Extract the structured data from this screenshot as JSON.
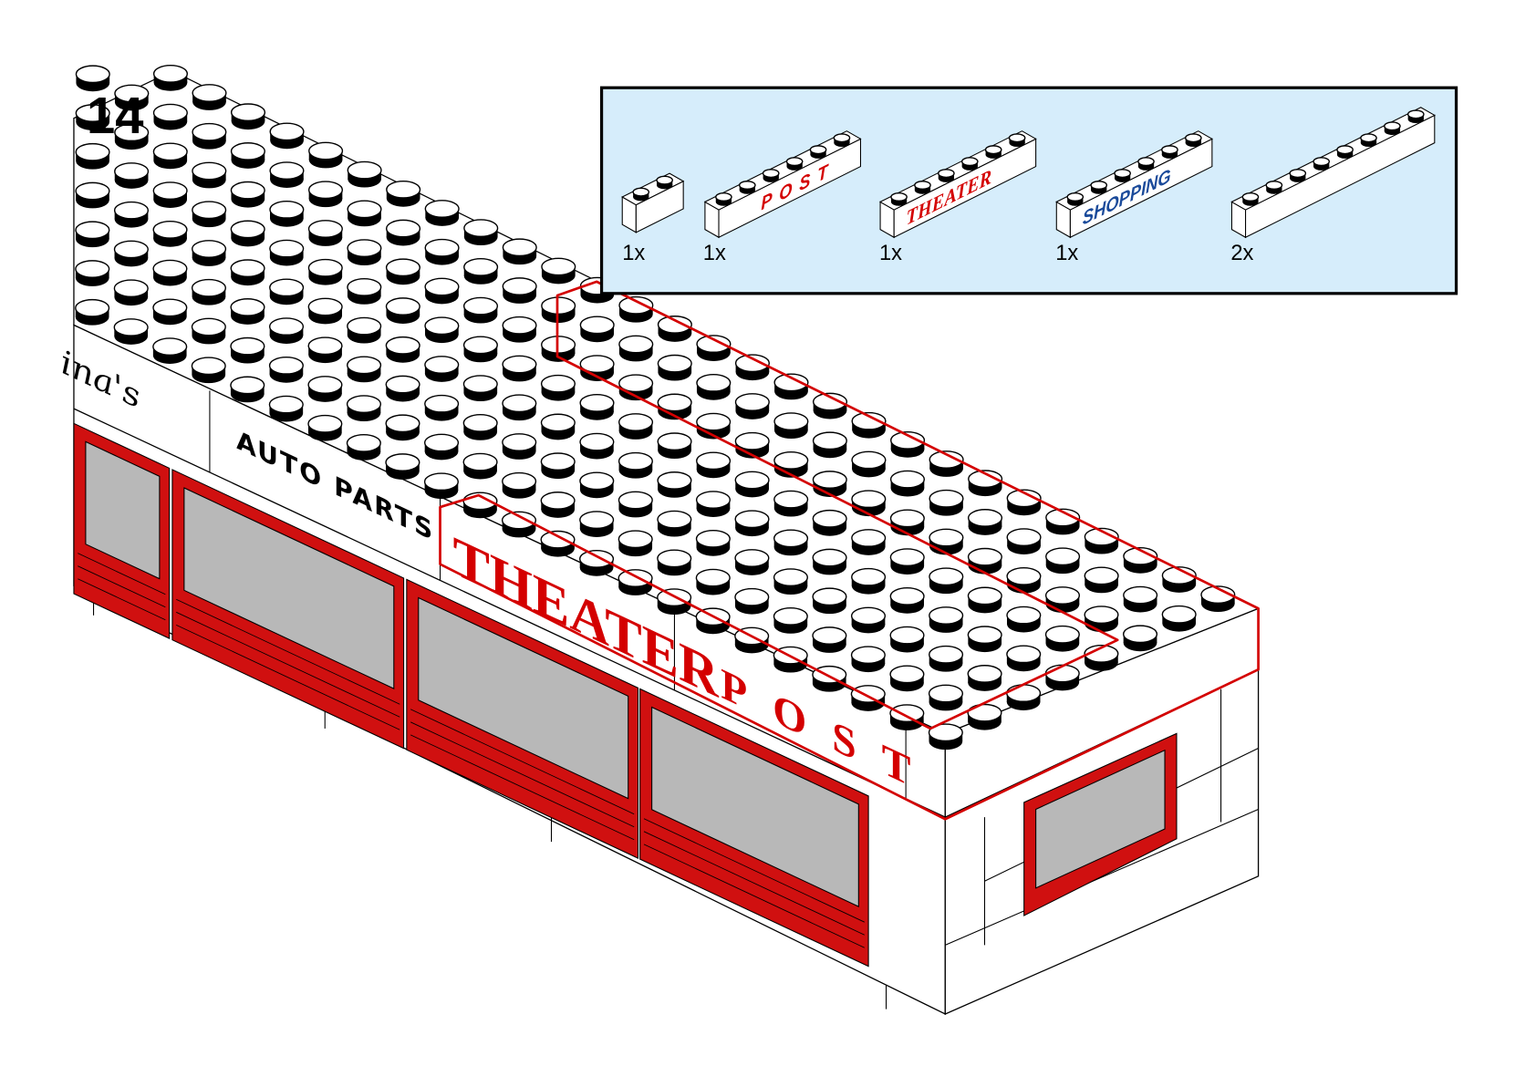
{
  "step_number": "14",
  "colors": {
    "parts_bg": "#d6edfb",
    "red": "#d40000",
    "window_red": "#d01010",
    "glass": "#b8b8b8",
    "blue": "#1a4a9a"
  },
  "parts": [
    {
      "name": "brick-1x2",
      "qty": "1x",
      "print": ""
    },
    {
      "name": "brick-1x6-post",
      "qty": "1x",
      "print": "POST"
    },
    {
      "name": "brick-1x6-theater",
      "qty": "1x",
      "print": "THEATER"
    },
    {
      "name": "brick-1x6-shopping",
      "qty": "1x",
      "print": "SHOPPING"
    },
    {
      "name": "brick-1x8",
      "qty": "2x",
      "print": ""
    }
  ],
  "model_signs": {
    "script_sign": "ina's",
    "auto_parts": "AUTO PARTS",
    "theater": "THEATER",
    "post": "POST"
  }
}
